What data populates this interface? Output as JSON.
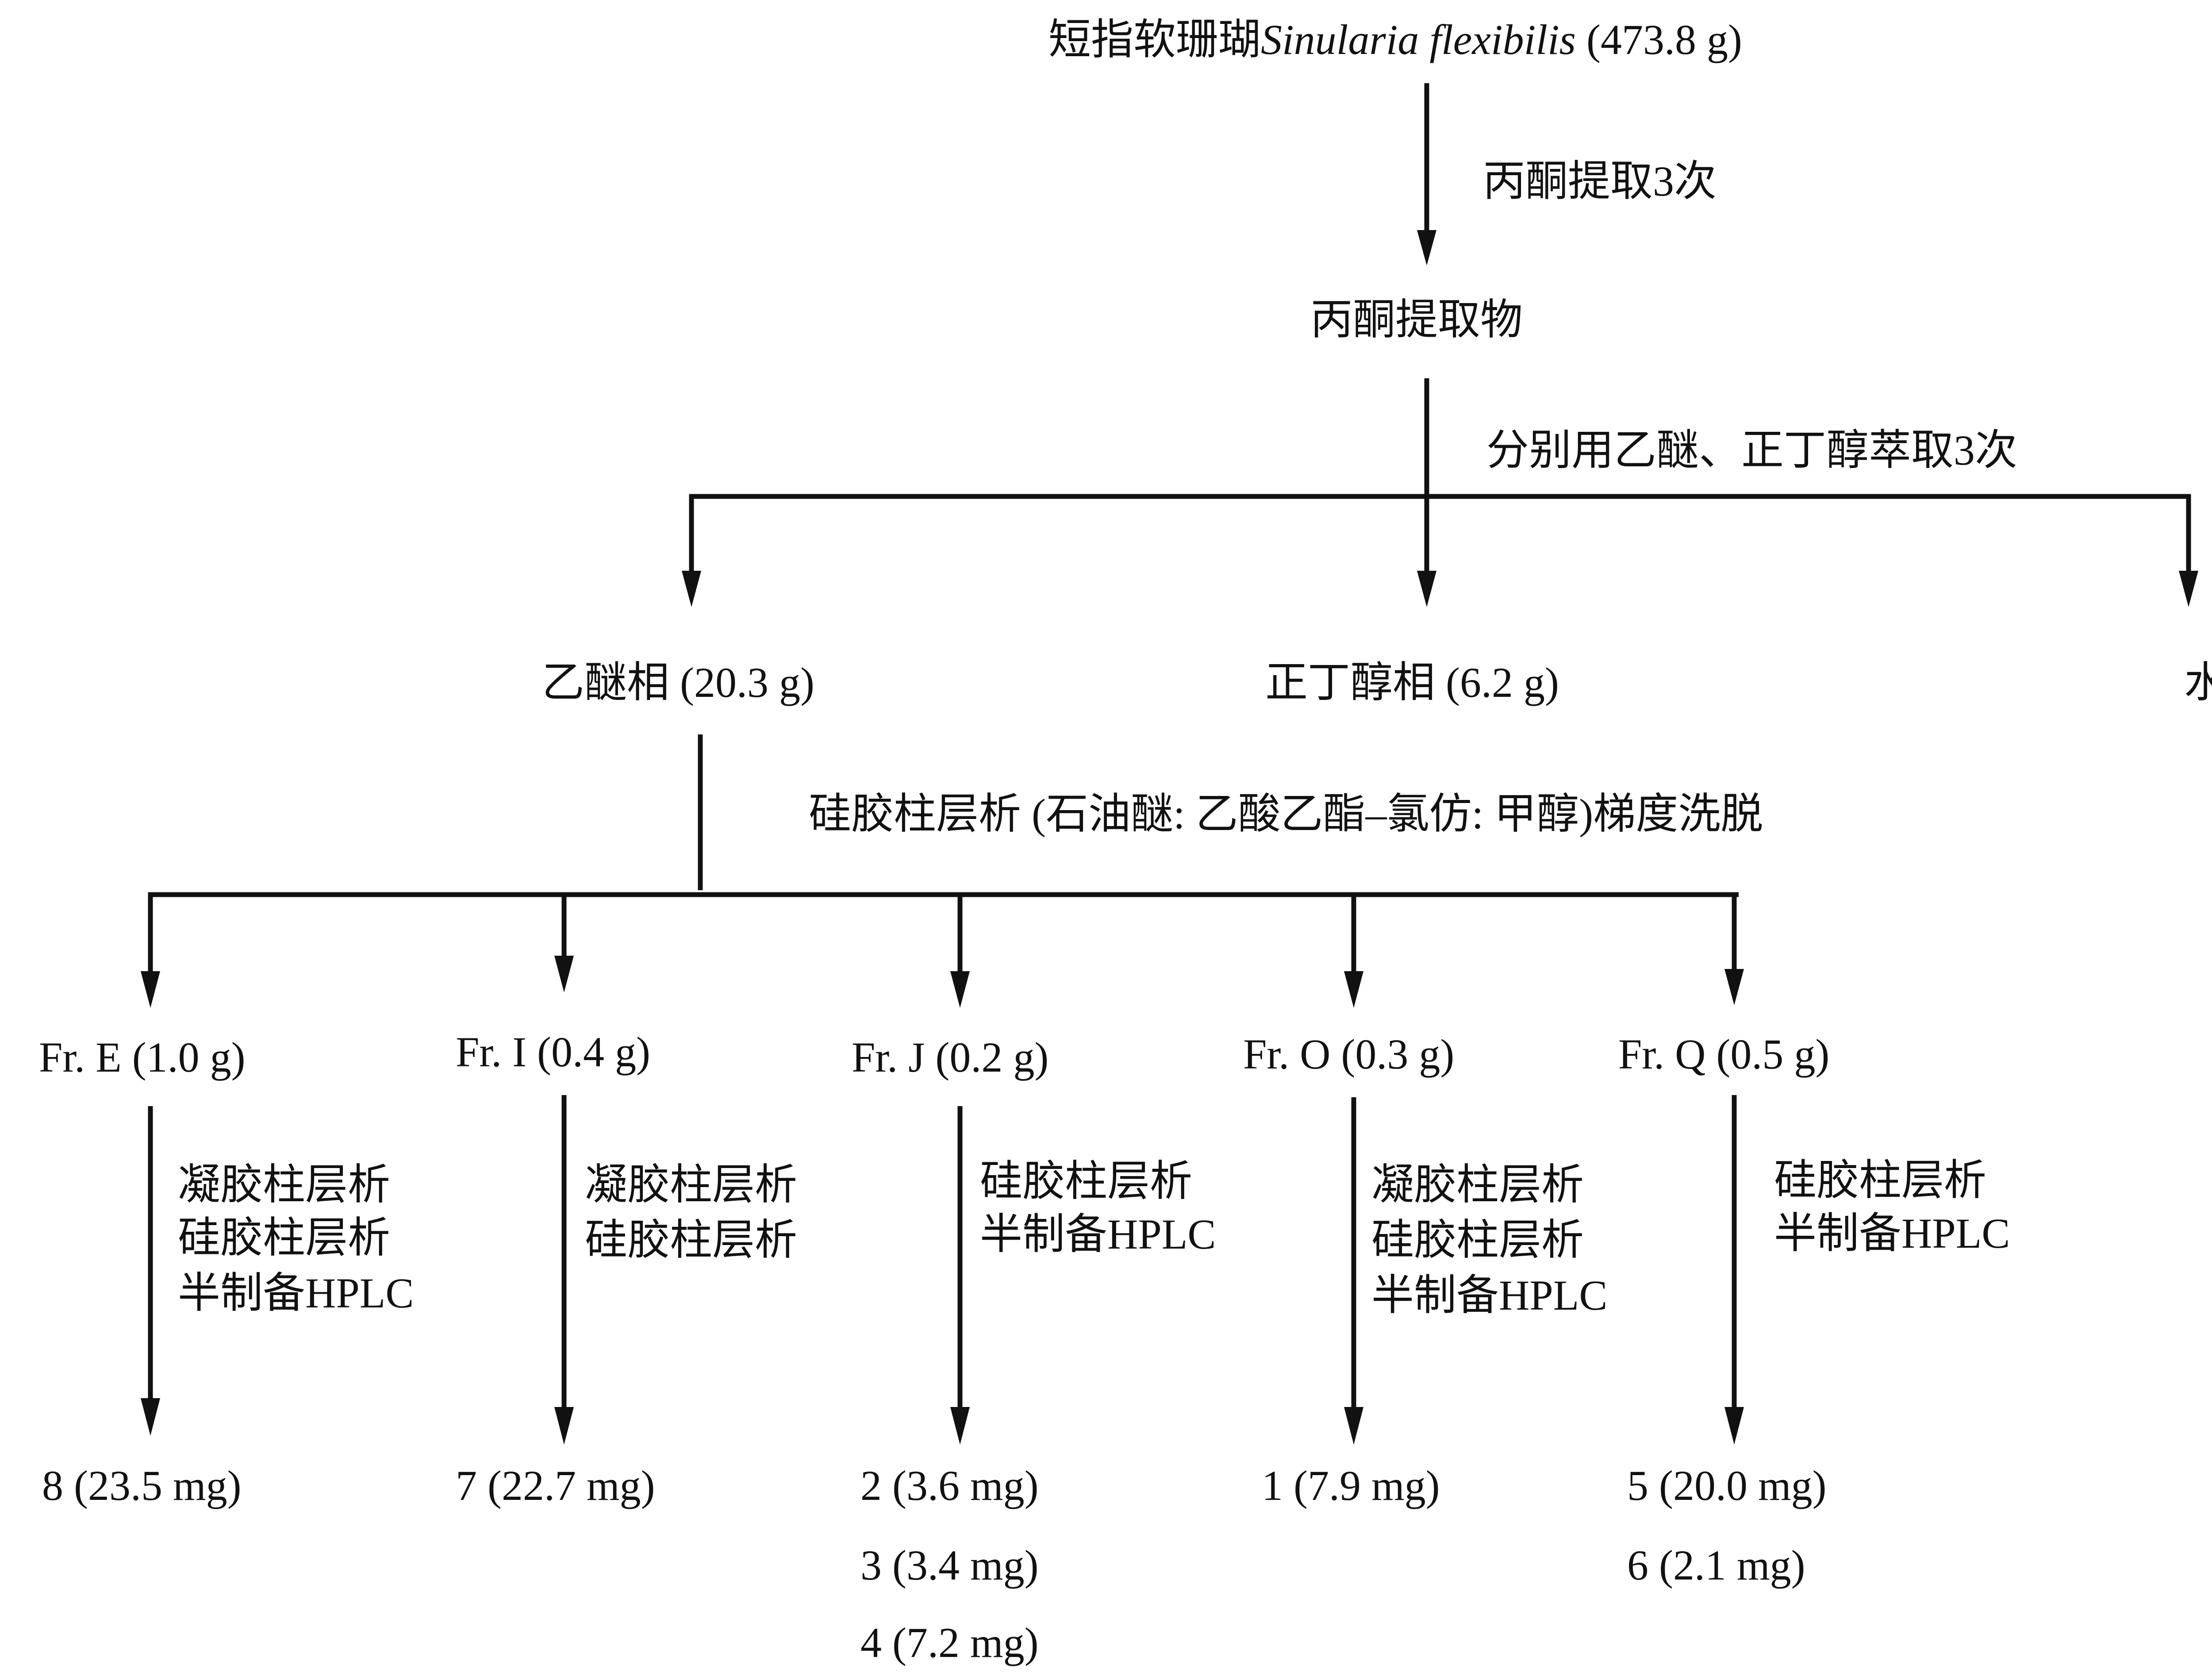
{
  "source": {
    "chinese_name": "短指软珊瑚",
    "latin_name": "Sinularia flexibilis",
    "amount": " (473.8 g)"
  },
  "step1": "丙酮提取3次",
  "extract": "丙酮提取物",
  "step2": "分别用乙醚、正丁醇萃取3次",
  "phases": {
    "ether": "乙醚相 (20.3 g)",
    "butanol": "正丁醇相 (6.2 g)",
    "water": "水相"
  },
  "step3": "硅胶柱层析 (石油醚: 乙酸乙酯–氯仿: 甲醇)梯度洗脱",
  "fractions": [
    {
      "label": "Fr. E (1.0 g)",
      "methods": [
        "凝胶柱层析",
        "硅胶柱层析",
        "半制备HPLC"
      ],
      "compounds": [
        "8 (23.5 mg)"
      ]
    },
    {
      "label": "Fr. I (0.4 g)",
      "methods": [
        "凝胶柱层析",
        "硅胶柱层析"
      ],
      "compounds": [
        "7 (22.7 mg)"
      ]
    },
    {
      "label": "Fr. J (0.2 g)",
      "methods": [
        "硅胶柱层析",
        "半制备HPLC"
      ],
      "compounds": [
        "2 (3.6 mg)",
        "3 (3.4 mg)",
        "4 (7.2 mg)"
      ]
    },
    {
      "label": "Fr. O (0.3 g)",
      "methods": [
        "凝胶柱层析",
        "硅胶柱层析",
        "半制备HPLC"
      ],
      "compounds": [
        "1 (7.9 mg)"
      ]
    },
    {
      "label": "Fr. Q (0.5 g)",
      "methods": [
        "硅胶柱层析",
        "半制备HPLC"
      ],
      "compounds": [
        "5 (20.0 mg)",
        "6 (2.1 mg)"
      ]
    }
  ]
}
